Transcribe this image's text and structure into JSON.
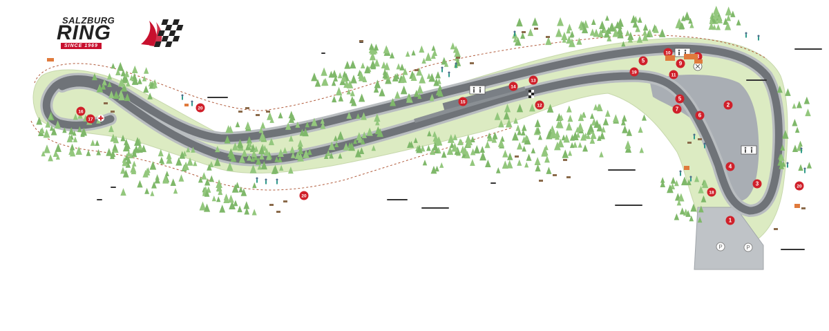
{
  "logo": {
    "top": "SALZBURG",
    "main": "RING",
    "since": "SINCE 1969",
    "colors": {
      "red": "#c8102e",
      "black": "#222222"
    }
  },
  "colors": {
    "grass": "#dcebc2",
    "track": "#6f7378",
    "track_edge": "#b9bdc0",
    "paddock": "#a9aeb4",
    "tree": "#7fb86a",
    "marker": "#d0202a",
    "fence": "#b05a3a"
  },
  "markers": [
    {
      "id": "m1",
      "label": "1"
    },
    {
      "id": "m2",
      "label": "2"
    },
    {
      "id": "m3",
      "label": "3"
    },
    {
      "id": "m4",
      "label": "4"
    },
    {
      "id": "m5a",
      "label": "5"
    },
    {
      "id": "m5b",
      "label": "5"
    },
    {
      "id": "m6",
      "label": "6"
    },
    {
      "id": "m7",
      "label": "7"
    },
    {
      "id": "m8",
      "label": "8"
    },
    {
      "id": "m9",
      "label": "9"
    },
    {
      "id": "m10",
      "label": "10"
    },
    {
      "id": "m11",
      "label": "11"
    },
    {
      "id": "m12",
      "label": "12"
    },
    {
      "id": "m13",
      "label": "13"
    },
    {
      "id": "m14",
      "label": "14"
    },
    {
      "id": "m15",
      "label": "15"
    },
    {
      "id": "m16",
      "label": "16"
    },
    {
      "id": "m17",
      "label": "17"
    },
    {
      "id": "m18",
      "label": "18"
    },
    {
      "id": "m19",
      "label": "19"
    },
    {
      "id": "m20a",
      "label": "20"
    },
    {
      "id": "m20b",
      "label": "20"
    },
    {
      "id": "m20c",
      "label": "20"
    }
  ],
  "parking": [
    {
      "id": "p1",
      "label": "P"
    },
    {
      "id": "p2",
      "label": "P"
    }
  ],
  "icons": [
    "toilet-icon",
    "first-aid-icon",
    "restaurant-icon",
    "checkered-flag-icon",
    "tree-icon",
    "cow-icon",
    "spectator-icon"
  ]
}
